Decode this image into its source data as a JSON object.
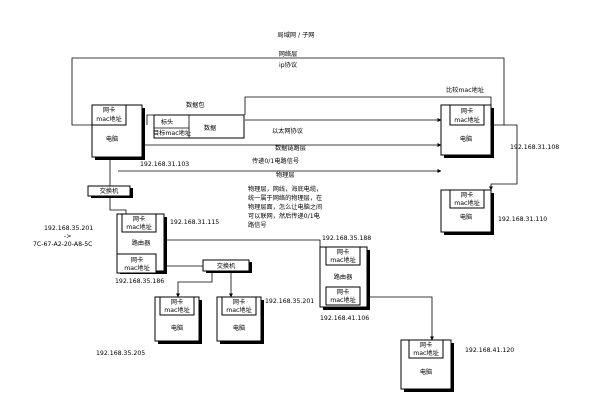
{
  "title": "局域网 / 子网",
  "layers": {
    "network_layer": "网络层",
    "ip_protocol": "ip协议",
    "compare_mac": "比较mac地址",
    "ethernet_protocol": "以太网协议",
    "data_link_layer": "数据链路层",
    "transmit_signal": "传递0/1电路信号",
    "physical_layer": "物理层"
  },
  "packet": {
    "label": "数据包",
    "header": "标头",
    "target_mac": "目标mac地址",
    "data": "数据"
  },
  "labels": {
    "nic": "网卡",
    "mac": "mac地址",
    "computer": "电脑",
    "router": "路由器",
    "switch": "交换机"
  },
  "physical_note": [
    "物理层，网线，海底电缆，",
    "统一属于网络的物理层，在",
    "物理层面，怎么让电脑之间",
    "可以联网，然后传递0/1电",
    "路信号"
  ],
  "ips": {
    "pc_left": "192.168.31.103",
    "pc_right_top": "192.168.31.108",
    "pc_right_mid": "192.168.31.110",
    "router1_top": "192.168.31.115",
    "router1_bottom": "192.168.35.186",
    "router1_side_ip": "192.168.35.201",
    "router1_side_arrow": "->",
    "router1_side_mac": "7C-67-A2-20-A8-5C",
    "pc_bottom_left": "192.168.35.205",
    "pc_bottom_mid": "192.168.35.201",
    "router2_top": "192.168.35.188",
    "router2_bottom": "192.168.41.106",
    "pc_bottom_right": "192.168.41.120"
  }
}
